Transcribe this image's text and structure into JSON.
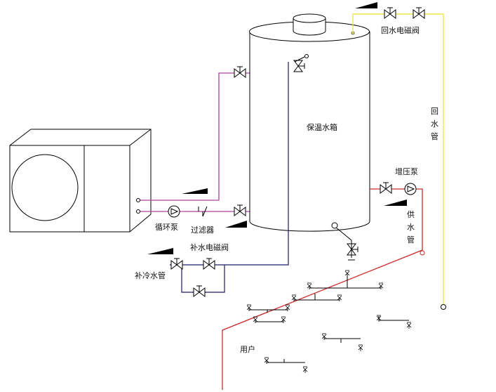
{
  "labels": {
    "tank": "保温水箱",
    "return_valve": "回水电磁阀",
    "return_pipe": [
      "回",
      "水",
      "管"
    ],
    "booster_pump": "增压泵",
    "supply_pipe": [
      "供",
      "水",
      "管"
    ],
    "circulation_pump": "循环泵",
    "filter": "过滤器",
    "makeup_valve": "补水电磁阀",
    "makeup_pipe": "补冷水管",
    "users": "用户"
  },
  "colors": {
    "hot_pipe": "#b0409f",
    "cold_pipe": "#1a1a66",
    "return_pipe": "#f2e64a",
    "supply_pipe": "#cc2a2a",
    "outline": "#000000"
  }
}
